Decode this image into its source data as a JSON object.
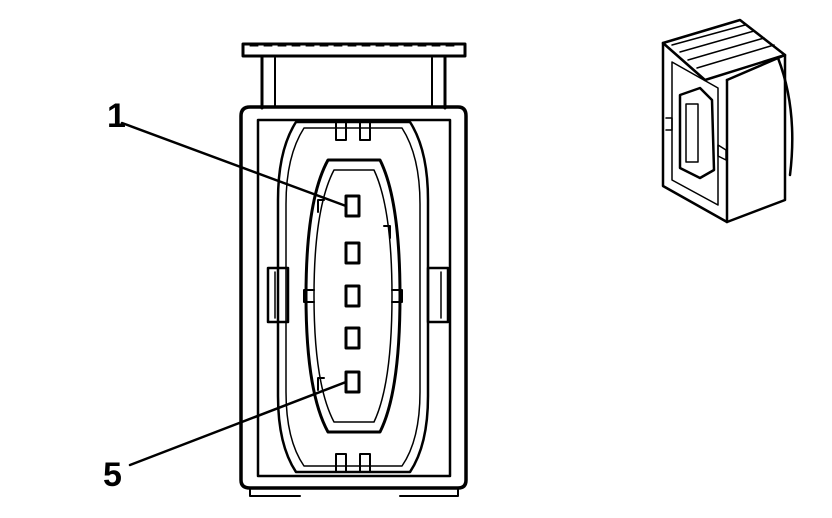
{
  "callouts": [
    {
      "label": "1"
    },
    {
      "label": "5"
    }
  ],
  "terminals": {
    "count": 5
  },
  "colors": {
    "ink": "#000000",
    "background": "#ffffff",
    "shade": "#9a9a9a"
  }
}
